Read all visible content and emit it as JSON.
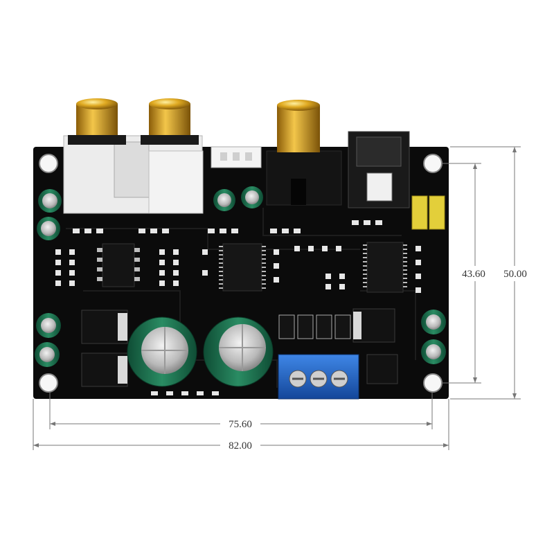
{
  "image": {
    "subject": "audio-board-photo",
    "colors": {
      "board": "#0c0c0c",
      "gold": "#d9a520",
      "white-housing": "#eeeeee",
      "terminal-blue": "#1f5fbf",
      "capacitor-green": "#1f7a55",
      "dimension-line": "#666666"
    }
  },
  "dimensions": {
    "width_holes": "75.60",
    "width_total": "82.00",
    "height_holes": "43.60",
    "height_total": "50.00"
  }
}
